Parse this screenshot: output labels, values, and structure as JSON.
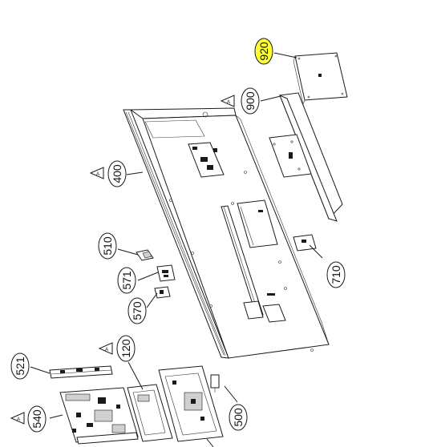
{
  "diagram": {
    "parts": [
      {
        "id": "920",
        "label": "920",
        "highlighted": true
      },
      {
        "id": "900",
        "label": "900"
      },
      {
        "id": "400",
        "label": "400"
      },
      {
        "id": "710",
        "label": "710"
      },
      {
        "id": "510",
        "label": "510"
      },
      {
        "id": "571",
        "label": "571"
      },
      {
        "id": "570",
        "label": "570"
      },
      {
        "id": "120",
        "label": "120"
      },
      {
        "id": "521",
        "label": "521"
      },
      {
        "id": "540",
        "label": "540"
      },
      {
        "id": "500",
        "label": "500"
      }
    ],
    "caution_mark": "A",
    "highlight_color": "#ffff33",
    "line_color": "#1a1a1a"
  }
}
